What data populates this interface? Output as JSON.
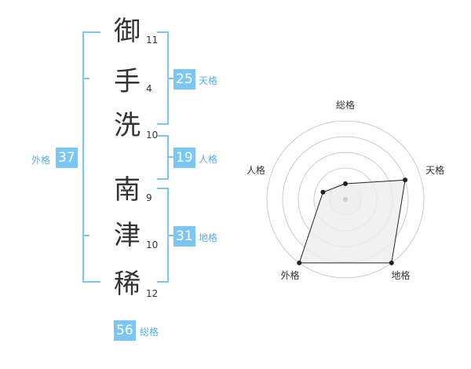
{
  "name_chars": [
    {
      "char": "御",
      "strokes": "11"
    },
    {
      "char": "手",
      "strokes": "4"
    },
    {
      "char": "洗",
      "strokes": "10"
    },
    {
      "char": "南",
      "strokes": "9"
    },
    {
      "char": "津",
      "strokes": "10"
    },
    {
      "char": "稀",
      "strokes": "12"
    }
  ],
  "fortunes": {
    "tenkaku": {
      "value": "25",
      "label": "天格"
    },
    "jinkaku": {
      "value": "19",
      "label": "人格"
    },
    "chikaku": {
      "value": "31",
      "label": "地格"
    },
    "gaikaku": {
      "value": "37",
      "label": "外格"
    },
    "soukaku": {
      "value": "56",
      "label": "総格"
    }
  },
  "chart_data": {
    "type": "radar",
    "axes": [
      "総格",
      "天格",
      "地格",
      "外格",
      "人格"
    ],
    "values": [
      0.2,
      0.8,
      1.0,
      1.0,
      0.3
    ],
    "rings": 5,
    "colors": {
      "fill": "#eeeeee",
      "line": "#222222",
      "ring": "#cccccc"
    }
  },
  "colors": {
    "bracket": "#7cc7f2",
    "badge": "#7cc7f2",
    "label": "#55aee6"
  }
}
